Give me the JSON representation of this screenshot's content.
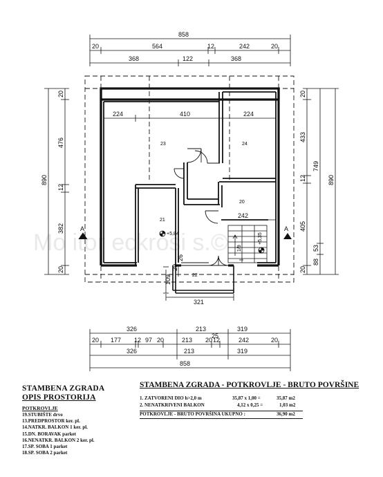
{
  "dimensions": {
    "top": {
      "row1": [
        "858"
      ],
      "row2": [
        "20",
        "564",
        "12",
        "242",
        "20"
      ],
      "row3": [
        "368",
        "122",
        "368"
      ]
    },
    "left": {
      "outer": "890",
      "inner": [
        "20",
        "476",
        "12",
        "382",
        "20"
      ]
    },
    "right": {
      "inner": [
        "20",
        "433",
        "12",
        "405",
        "20"
      ],
      "mid": [
        "749",
        "53",
        "88"
      ],
      "outer": "890"
    },
    "interior": {
      "w224a": "224",
      "w410": "410",
      "w224b": "224",
      "w242": "242",
      "balcony_w": "109",
      "balcony_a": "29",
      "balcony_b": "26",
      "below_balcony": "321"
    },
    "bottom": {
      "row1": [
        "326",
        "213",
        "319"
      ],
      "row1b": [
        "25"
      ],
      "row2": [
        "20",
        "177",
        "12",
        "97",
        "20",
        "213",
        "20",
        "12",
        "242",
        "20"
      ],
      "row3": [
        "326",
        "213",
        "319"
      ],
      "row4": [
        "858"
      ]
    }
  },
  "rooms": [
    {
      "id": "23",
      "label": "23"
    },
    {
      "id": "24",
      "label": "24"
    },
    {
      "id": "21",
      "label": "21"
    },
    {
      "id": "20",
      "label": "20"
    },
    {
      "id": "22",
      "label": "22"
    }
  ],
  "levels": {
    "room21": "+5,84",
    "stair": "+5,35"
  },
  "stair_label": "1/9",
  "section_marks": [
    "A",
    "A"
  ],
  "watermark": "Mo    itor  eckrosi    s.©",
  "legend": {
    "title1": "STAMBENA ZGRADA",
    "title2": "OPIS PROSTORIJA",
    "section": "POTKROVLJE",
    "items": [
      {
        "num": "19.",
        "text": "STUBIŠTE",
        "note": "drvo"
      },
      {
        "num": "13.",
        "text": "PREDPROSTOR",
        "note": "ker. pl."
      },
      {
        "num": "14.",
        "text": "NATKR. BALKON 1",
        "note": "ker. pl."
      },
      {
        "num": "15.",
        "text": "DN. BORAVAK",
        "note": "parket"
      },
      {
        "num": "16.",
        "text": "NENATKR. BALKON 2",
        "note": "ker. pl."
      },
      {
        "num": "17.",
        "text": "SP. SOBA 1",
        "note": "parket"
      },
      {
        "num": "18.",
        "text": "SP. SOBA 2",
        "note": "parket"
      }
    ]
  },
  "areas": {
    "title": "STAMBENA ZGRADA  - POTKROVLJE - BRUTO  POVRŠINE",
    "rows": [
      {
        "label": "1. ZATVORENI DIO h>2,0 m",
        "calc": "35,87 x 1,00 =",
        "value": "35,87 m2"
      },
      {
        "label": "2. NENATKRIVENI BALKON",
        "calc": "4,12 x 0,25 =",
        "value": "1,03 m2"
      }
    ],
    "total_label": "POTKROVLJE -  BRUTO POVRŠINA UKUPNO :",
    "total_value": "36,90 m2"
  }
}
